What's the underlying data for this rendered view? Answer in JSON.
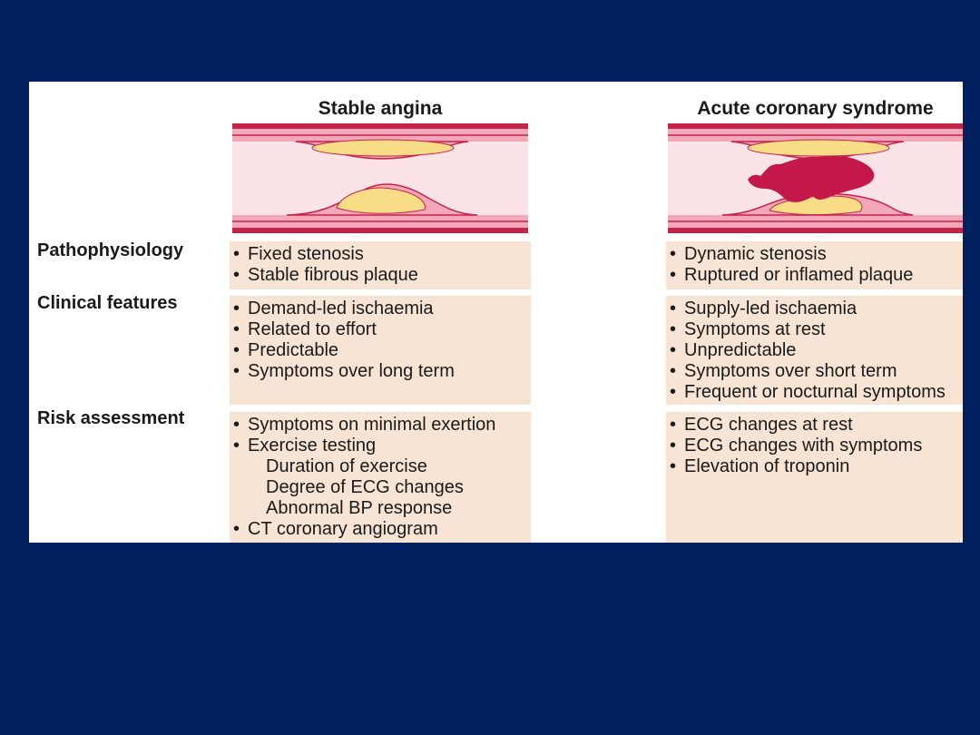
{
  "columns": {
    "stable_title": "Stable angina",
    "acs_title": "Acute coronary syndrome"
  },
  "row_labels": {
    "pathophysiology": "Pathophysiology",
    "clinical_features": "Clinical features",
    "risk_assessment": "Risk assessment"
  },
  "stable": {
    "pathophysiology": [
      "Fixed stenosis",
      "Stable fibrous plaque"
    ],
    "clinical_features": [
      "Demand-led ischaemia",
      "Related to effort",
      "Predictable",
      "Symptoms over long term"
    ],
    "risk_assessment": [
      "Symptoms on minimal exertion",
      "Exercise testing"
    ],
    "risk_assessment_sub": [
      "Duration of exercise",
      "Degree of ECG changes",
      "Abnormal BP response"
    ],
    "risk_assessment_last": "CT coronary angiogram"
  },
  "acs": {
    "pathophysiology": [
      "Dynamic stenosis",
      "Ruptured or inflamed plaque"
    ],
    "clinical_features": [
      "Supply-led ischaemia",
      "Symptoms at rest",
      "Unpredictable",
      "Symptoms over short term",
      "Frequent or nocturnal symptoms"
    ],
    "risk_assessment": [
      "ECG changes at rest",
      "ECG changes with symptoms",
      "Elevation of troponin"
    ]
  },
  "colors": {
    "background": "#002060",
    "panel": "#ffffff",
    "cell_fill": "#f7e4d4",
    "vessel_wall": "#c4234a",
    "vessel_intima": "#f2a8b8",
    "vessel_lumen": "#fbe3e8",
    "plaque": "#f9dc86",
    "thrombus": "#c4174a"
  }
}
